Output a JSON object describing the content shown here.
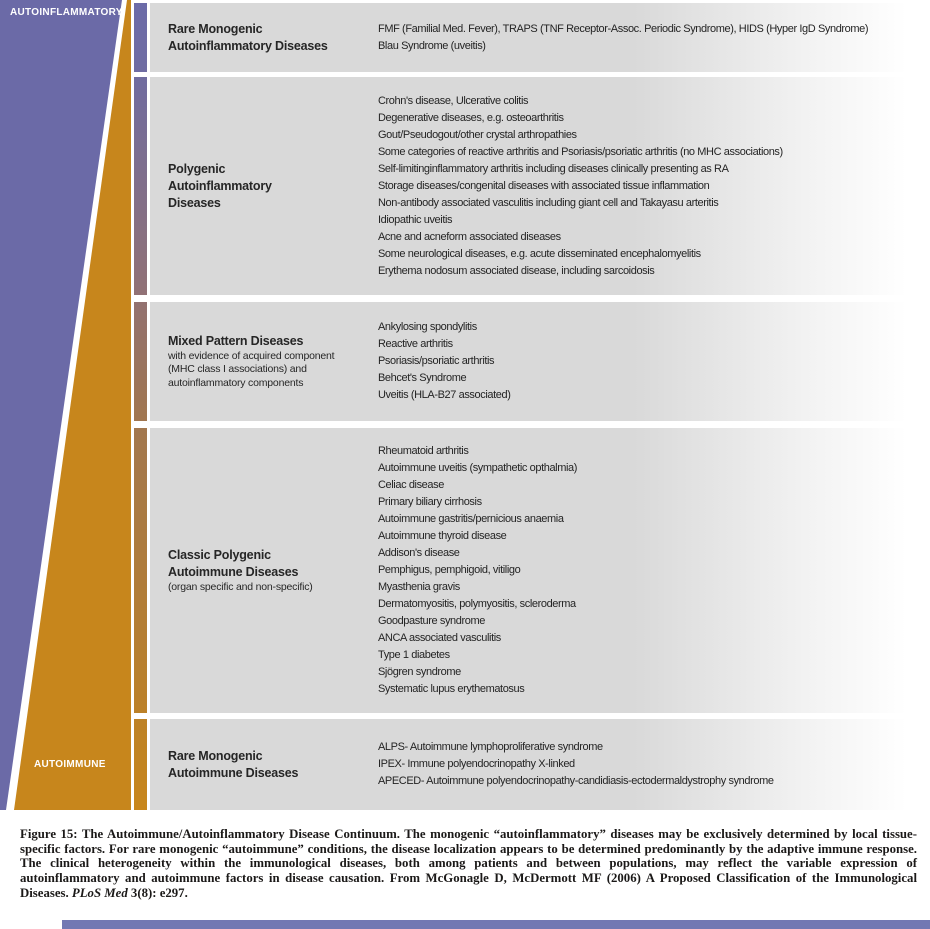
{
  "triangle": {
    "top_label": "AUTOINFLAMMATORY",
    "bottom_label": "AUTOIMMUNE"
  },
  "colors": {
    "purple": "#6b6aa7",
    "orange": "#c7861c",
    "box_gray": "#d9d9d9",
    "bottom_bar": "#7278b3"
  },
  "boxes": [
    {
      "id": "rare-monogenic-autoinflammatory",
      "title_lines": [
        "Rare Monogenic",
        "Autoinflammatory Diseases"
      ],
      "subtitle_lines": [],
      "items": [
        "FMF (Familial Med. Fever), TRAPS (TNF Receptor-Assoc. Periodic Syndrome), HIDS (Hyper IgD Syndrome)",
        "Blau Syndrome (uveitis)"
      ],
      "strip_top": "#6c6ba8",
      "strip_bottom": "#6f6ca2"
    },
    {
      "id": "polygenic-autoinflammatory",
      "title_lines": [
        "Polygenic",
        "Autoinflammatory",
        "Diseases"
      ],
      "subtitle_lines": [],
      "items": [
        "Crohn's disease, Ulcerative colitis",
        "Degenerative diseases, e.g. osteoarthritis",
        "Gout/Pseudogout/other crystal arthropathies",
        "Some categories of reactive arthritis and Psoriasis/psoriatic arthritis (no MHC associations)",
        "Self-limitinginflammatory arthritis including diseases clinically presenting as RA",
        "Storage diseases/congenital diseases with associated tissue inflammation",
        "Non-antibody associated vasculitis including giant cell and Takayasu arteritis",
        "Idiopathic uveitis",
        "Acne and acneform associated diseases",
        "Some neurological diseases, e.g. acute disseminated encephalomyelitis",
        "Erythema nodosum associated disease, including sarcoidosis"
      ],
      "strip_top": "#706c9f",
      "strip_bottom": "#917175"
    },
    {
      "id": "mixed-pattern",
      "title_lines": [
        "Mixed Pattern Diseases"
      ],
      "subtitle_lines": [
        "with evidence of acquired component",
        "(MHC class I associations) and",
        "autoinflammatory components"
      ],
      "items": [
        "Ankylosing spondylitis",
        "Reactive arthritis",
        "Psoriasis/psoriatic arthritis",
        "Behcet's Syndrome",
        "Uveitis (HLA-B27 associated)"
      ],
      "strip_top": "#927170",
      "strip_bottom": "#a1764f"
    },
    {
      "id": "classic-polygenic-autoimmune",
      "title_lines": [
        "Classic Polygenic",
        "Autoimmune Diseases"
      ],
      "subtitle_lines": [
        "(organ specific and non-specific)"
      ],
      "items": [
        "Rheumatoid arthritis",
        "Autoimmune uveitis (sympathetic opthalmia)",
        "Celiac disease",
        "Primary biliary cirrhosis",
        "Autoimmune gastritis/pernicious anaemia",
        "Autoimmune thyroid disease",
        "Addison's disease",
        "Pemphigus, pemphigoid, vitiligo",
        "Myasthenia gravis",
        "Dermatomyositis, polymyositis, scleroderma",
        "Goodpasture syndrome",
        "ANCA associated vasculitis",
        "Type 1 diabetes",
        "Sjögren syndrome",
        "Systematic lupus erythematosus"
      ],
      "strip_top": "#a2774e",
      "strip_bottom": "#bc8128"
    },
    {
      "id": "rare-monogenic-autoimmune",
      "title_lines": [
        "Rare Monogenic",
        "Autoimmune Diseases"
      ],
      "subtitle_lines": [],
      "items": [
        "ALPS- Autoimmune lymphoproliferative syndrome",
        "IPEX- Immune polyendocrinopathy X-linked",
        "APECED- Autoimmune polyendocrinopathy-candidiasis-ectodermaldystrophy syndrome"
      ],
      "strip_top": "#bd8226",
      "strip_bottom": "#c8861c"
    }
  ],
  "caption": {
    "before": "Figure 15: The Autoimmune/Autoinflammatory Disease Continuum. The monogenic “autoinflammatory” diseases may be exclusively determined by local tissue-specific factors. For rare monogenic “autoimmune” conditions, the disease localization appears to be determined predominantly by the adaptive immune response. The clinical heterogeneity within the immunological diseases, both among patients and between populations, may reflect the variable expression of autoinflammatory and autoimmune factors in disease causation. From McGonagle D, McDermott MF (2006) A Proposed Classification of the Immunological Diseases. ",
    "journal": "PLoS Med",
    "after": " 3(8): e297."
  }
}
